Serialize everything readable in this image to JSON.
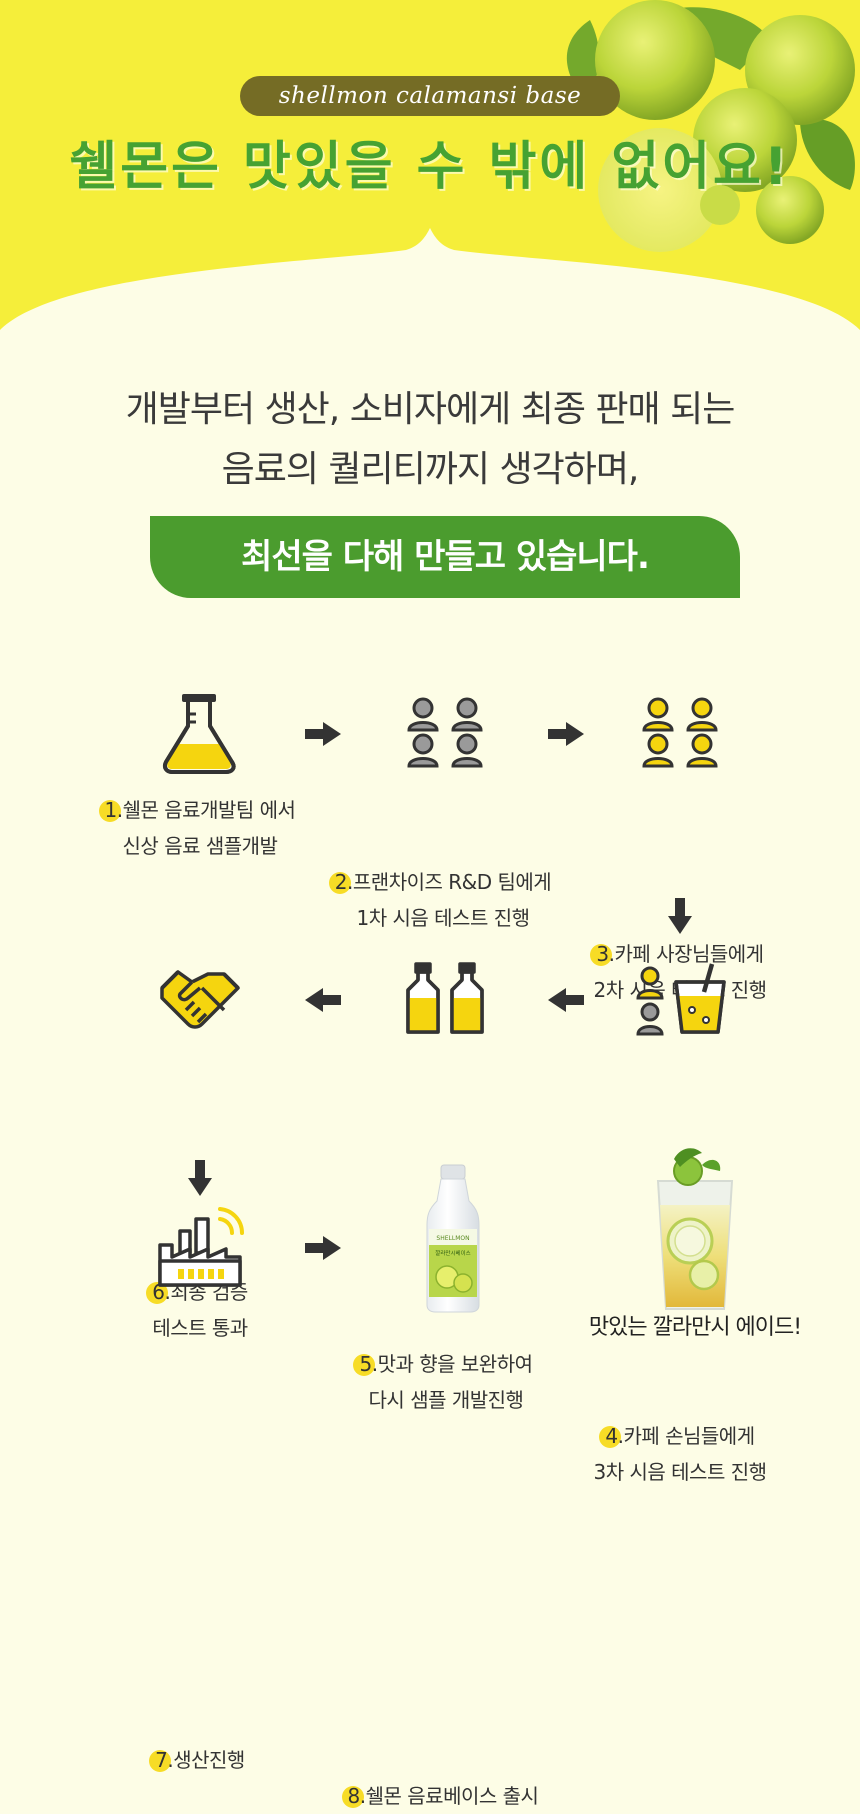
{
  "header": {
    "pill_text": "shellmon calamansi base",
    "headline": "쉘몬은 맛있을 수 밖에 없어요!"
  },
  "intro": {
    "line1": "개발부터 생산, 소비자에게 최종 판매 되는",
    "line2": "음료의 퀄리티까지 생각하며,",
    "banner": "최선을 다해  만들고 있습니다."
  },
  "colors": {
    "background": "#fdfde6",
    "header_yellow": "#f5ee3a",
    "headline_green": "#46a232",
    "pill": "#756c25",
    "banner_green": "#4b9c2e",
    "icon_yellow": "#f5d50f",
    "icon_gray": "#9a9a9a",
    "icon_dark": "#333333"
  },
  "steps": [
    {
      "num": "1.",
      "line1": "쉘몬 음료개발팀 에서",
      "line2": "신상 음료 샘플개발",
      "icon": "flask-icon"
    },
    {
      "num": "2.",
      "line1": "프랜차이즈 R&D 팀에게",
      "line2": "1차 시음 테스트 진행",
      "icon": "people-gray-icon"
    },
    {
      "num": "3.",
      "line1": "카페 사장님들에게",
      "line2": "2차 시음 테스트 진행",
      "icon": "people-yellow-icon"
    },
    {
      "num": "4.",
      "line1": "카페 손님들에게",
      "line2": "3차 시음 테스트 진행",
      "icon": "customer-drink-icon"
    },
    {
      "num": "5.",
      "line1": "맛과 향을 보완하여",
      "line2": "다시 샘플 개발진행",
      "icon": "bottles-icon"
    },
    {
      "num": "6.",
      "line1": "최종 검증",
      "line2": "테스트 통과",
      "icon": "handshake-icon"
    },
    {
      "num": "7.",
      "line1": "생산진행",
      "line2": "",
      "icon": "factory-icon"
    },
    {
      "num": "8.",
      "line1": "쉘몬 음료베이스 출시",
      "line2": "",
      "icon": "product-bottle-icon"
    }
  ],
  "final": {
    "label": "맛있는  깔라만시 에이드!",
    "icon": "calamansi-ade-icon"
  },
  "product": {
    "brand": "SHELLMON",
    "name": "깔라만시베이스"
  }
}
